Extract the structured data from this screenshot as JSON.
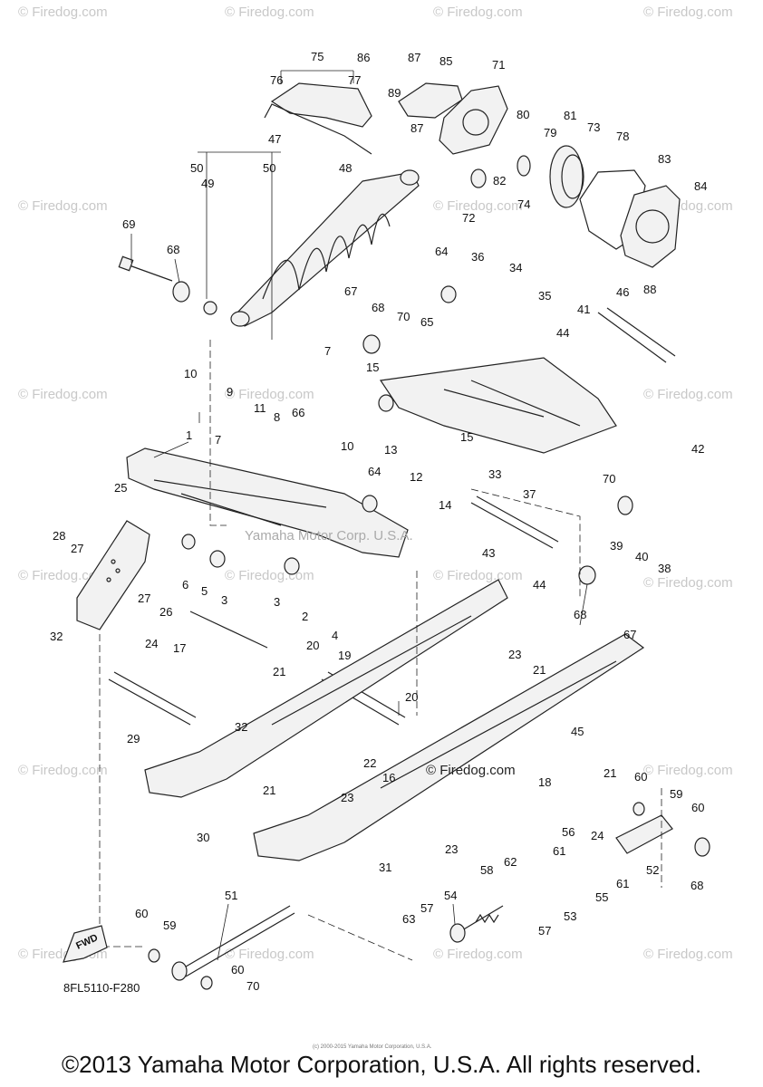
{
  "watermark": "© Firedog.com",
  "center_watermark": "© Firedog.com",
  "stamp_text": "Yamaha Motor Corp. U.S.A.",
  "diagram_code": "8FL5110-F280",
  "fwd_label": "FWD",
  "tiny_text": "(c) 2000-2015 Yamaha Motor Corporation, U.S.A.",
  "footer": "©2013 Yamaha Motor Corporation, U.S.A. All rights reserved.",
  "callouts": [
    {
      "n": "75"
    },
    {
      "n": "86"
    },
    {
      "n": "87"
    },
    {
      "n": "85"
    },
    {
      "n": "71"
    },
    {
      "n": "76"
    },
    {
      "n": "77"
    },
    {
      "n": "89"
    },
    {
      "n": "87"
    },
    {
      "n": "80"
    },
    {
      "n": "81"
    },
    {
      "n": "73"
    },
    {
      "n": "79"
    },
    {
      "n": "78"
    },
    {
      "n": "83"
    },
    {
      "n": "84"
    },
    {
      "n": "47"
    },
    {
      "n": "50"
    },
    {
      "n": "50"
    },
    {
      "n": "49"
    },
    {
      "n": "48"
    },
    {
      "n": "82"
    },
    {
      "n": "72"
    },
    {
      "n": "74"
    },
    {
      "n": "88"
    },
    {
      "n": "69"
    },
    {
      "n": "68"
    },
    {
      "n": "64"
    },
    {
      "n": "36"
    },
    {
      "n": "34"
    },
    {
      "n": "46"
    },
    {
      "n": "35"
    },
    {
      "n": "67"
    },
    {
      "n": "68"
    },
    {
      "n": "70"
    },
    {
      "n": "65"
    },
    {
      "n": "41"
    },
    {
      "n": "44"
    },
    {
      "n": "7"
    },
    {
      "n": "15"
    },
    {
      "n": "10"
    },
    {
      "n": "9"
    },
    {
      "n": "11"
    },
    {
      "n": "66"
    },
    {
      "n": "8"
    },
    {
      "n": "10"
    },
    {
      "n": "7"
    },
    {
      "n": "13"
    },
    {
      "n": "15"
    },
    {
      "n": "42"
    },
    {
      "n": "1"
    },
    {
      "n": "12"
    },
    {
      "n": "33"
    },
    {
      "n": "70"
    },
    {
      "n": "37"
    },
    {
      "n": "64"
    },
    {
      "n": "25"
    },
    {
      "n": "14"
    },
    {
      "n": "28"
    },
    {
      "n": "27"
    },
    {
      "n": "43"
    },
    {
      "n": "39"
    },
    {
      "n": "40"
    },
    {
      "n": "38"
    },
    {
      "n": "6"
    },
    {
      "n": "5"
    },
    {
      "n": "3"
    },
    {
      "n": "3"
    },
    {
      "n": "44"
    },
    {
      "n": "27"
    },
    {
      "n": "26"
    },
    {
      "n": "2"
    },
    {
      "n": "4"
    },
    {
      "n": "68"
    },
    {
      "n": "67"
    },
    {
      "n": "32"
    },
    {
      "n": "17"
    },
    {
      "n": "24"
    },
    {
      "n": "20"
    },
    {
      "n": "19"
    },
    {
      "n": "23"
    },
    {
      "n": "21"
    },
    {
      "n": "21"
    },
    {
      "n": "20"
    },
    {
      "n": "29"
    },
    {
      "n": "32"
    },
    {
      "n": "45"
    },
    {
      "n": "22"
    },
    {
      "n": "16"
    },
    {
      "n": "18"
    },
    {
      "n": "21"
    },
    {
      "n": "60"
    },
    {
      "n": "21"
    },
    {
      "n": "23"
    },
    {
      "n": "59"
    },
    {
      "n": "60"
    },
    {
      "n": "30"
    },
    {
      "n": "24"
    },
    {
      "n": "23"
    },
    {
      "n": "56"
    },
    {
      "n": "61"
    },
    {
      "n": "62"
    },
    {
      "n": "58"
    },
    {
      "n": "61"
    },
    {
      "n": "55"
    },
    {
      "n": "52"
    },
    {
      "n": "68"
    },
    {
      "n": "31"
    },
    {
      "n": "53"
    },
    {
      "n": "51"
    },
    {
      "n": "54"
    },
    {
      "n": "57"
    },
    {
      "n": "57"
    },
    {
      "n": "63"
    },
    {
      "n": "60"
    },
    {
      "n": "59"
    },
    {
      "n": "60"
    },
    {
      "n": "70"
    }
  ]
}
